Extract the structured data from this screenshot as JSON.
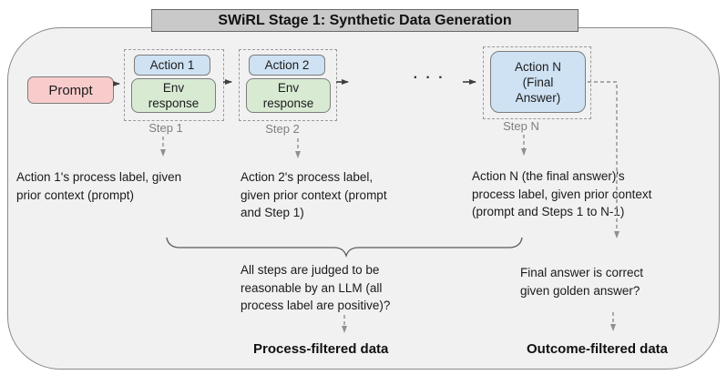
{
  "title": "SWiRL Stage 1: Synthetic Data Generation",
  "flow": {
    "prompt_label": "Prompt",
    "ellipsis": "· · ·",
    "steps": [
      {
        "action_label": "Action 1",
        "env_label": "Env\nresponse",
        "step_label": "Step 1"
      },
      {
        "action_label": "Action 2",
        "env_label": "Env\nresponse",
        "step_label": "Step 2"
      },
      {
        "action_label": "Action N\n(Final\nAnswer)",
        "step_label": "Step N"
      }
    ]
  },
  "annotations": {
    "action1_process": "Action 1's process label, given\nprior context (prompt)",
    "action2_process": "Action 2's process label,\ngiven prior context (prompt\nand Step 1)",
    "actionn_process": "Action N (the final answer)'s\nprocess label, given prior context\n(prompt and Steps 1 to N-1)",
    "process_question": "All steps are judged to be\nreasonable by an LLM (all\nprocess label are positive)?",
    "outcome_question": "Final answer is correct\ngiven golden answer?",
    "process_output": "Process-filtered data",
    "outcome_output": "Outcome-filtered data"
  },
  "colors": {
    "prompt_fill": "#f8cccb",
    "action_fill": "#cfe2f3",
    "env_fill": "#d9ead3",
    "panel_fill": "#f1f1f2",
    "title_fill": "#c9c9c9"
  }
}
